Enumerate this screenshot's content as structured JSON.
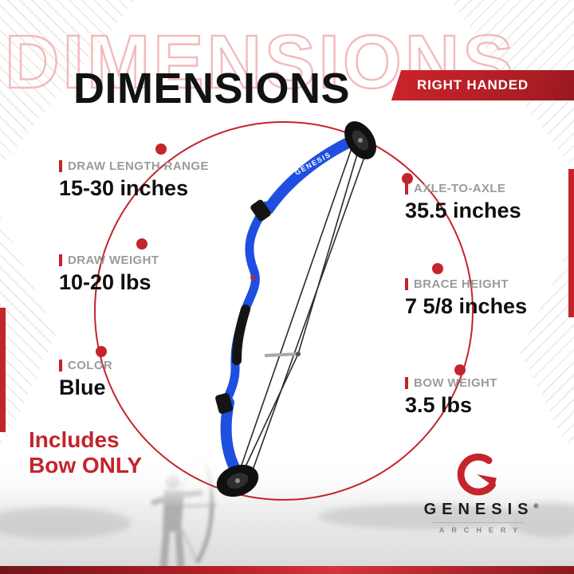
{
  "header": {
    "bg_title": "DIMENSIONS",
    "title": "DIMENSIONS",
    "handed_badge": "RIGHT HANDED"
  },
  "specs_left": [
    {
      "label": "DRAW LENGTH RANGE",
      "value": "15-30 inches"
    },
    {
      "label": "DRAW WEIGHT",
      "value": "10-20 lbs"
    },
    {
      "label": "COLOR",
      "value": "Blue"
    }
  ],
  "specs_right": [
    {
      "label": "AXLE-TO-AXLE",
      "value": "35.5 inches"
    },
    {
      "label": "BRACE HEIGHT",
      "value": "7 5/8 inches"
    },
    {
      "label": "BOW WEIGHT",
      "value": "3.5 lbs"
    }
  ],
  "includes": {
    "line1": "Includes",
    "line2": "Bow ONLY"
  },
  "brand": {
    "name": "GENESIS",
    "registered": "®",
    "sub": "ARCHERY"
  },
  "colors": {
    "accent_red": "#c4242b",
    "title_outline_pink": "#f3b9ba",
    "label_gray": "#9b9b9b",
    "bow_blue": "#1e4fe0",
    "text_dark": "#121212"
  }
}
